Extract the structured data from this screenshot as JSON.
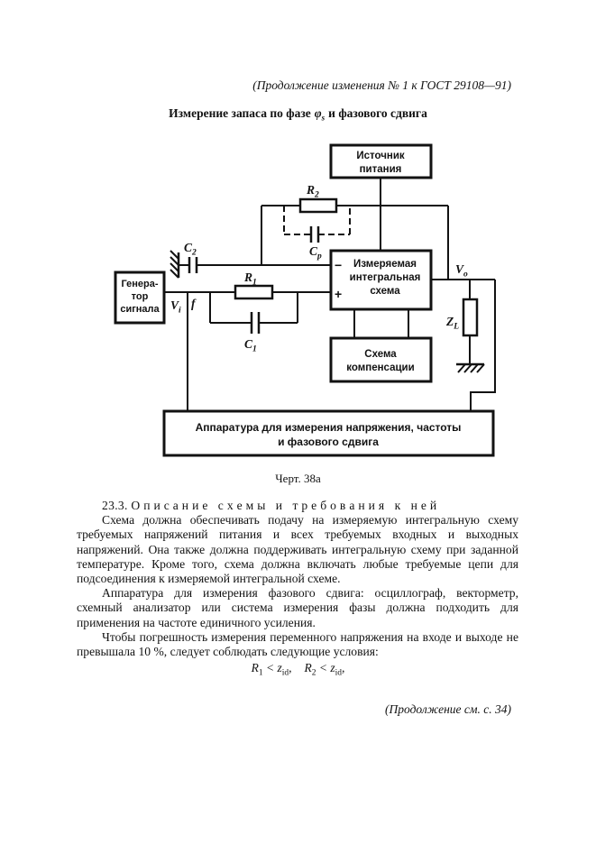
{
  "page": {
    "header": "(Продолжение изменения № 1 к ГОСТ  29108—91)",
    "title_pre": "Измерение запаса по фазе",
    "title_phi": "φ",
    "title_phi_sub": "s",
    "title_post": "и фазового сдвига",
    "caption": "Черт. 38а",
    "footer": "(Продолжение см. с. 34)"
  },
  "diagram": {
    "power_box": {
      "line1": "Источник",
      "line2": "питания"
    },
    "ic_box": {
      "line1": "Измеряемая",
      "line2": "интегральная",
      "line3": "схема",
      "minus": "−",
      "plus": "+"
    },
    "comp_box": {
      "line1": "Схема",
      "line2": "компенсации"
    },
    "gen_box": {
      "line1": "Генера-",
      "line2": "тор",
      "line3": "сигнала"
    },
    "app_box": {
      "line1": "Аппаратура для измерения напряжения, частоты",
      "line2": "и фазового сдвига"
    },
    "labels": {
      "r2": "R",
      "r2_sub": "2",
      "cp": "C",
      "cp_sub": "p",
      "c2": "C",
      "c2_sub": "2",
      "r1": "R",
      "r1_sub": "1",
      "c1": "C",
      "c1_sub": "1",
      "vi": "V",
      "vi_sub": "i",
      "f": "f",
      "vo": "V",
      "vo_sub": "o",
      "zl": "Z",
      "zl_sub": "L"
    }
  },
  "body": {
    "section_heading": "23.3. О п и с а н и е   с х е м ы   и   т р е б о в а н и я   к   н е й",
    "para1": "Схема должна обеспечивать подачу на измеряемую интегральную схему требуемых напряжений питания и всех требуемых входных и выходных напряжений. Она также должна поддерживать интегральную схему при заданной температуре. Кроме того, схема должна включать любые требуемые цепи для подсоединения к измеряемой интегральной схеме.",
    "para2": "Аппаратура для измерения фазового сдвига: осциллограф, векторметр, схемный анализатор или система измерения фазы должна подходить для применения на частоте единичного усиления.",
    "para3": "Чтобы погрешность измерения переменного напряжения на входе и выходе не превышала 10 %, следует соблюдать следующие условия:",
    "formula": {
      "r1": "R",
      "r1_sub": "1",
      "lt1": "<",
      "z1": "z",
      "z1_sub": "id",
      "c1": ",",
      "r2": "R",
      "r2_sub": "2",
      "lt2": "<",
      "z2": "z",
      "z2_sub": "id",
      "c2": ","
    }
  }
}
